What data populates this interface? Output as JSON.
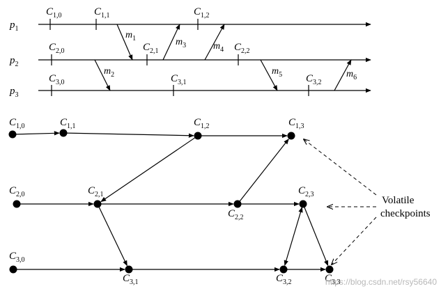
{
  "timeline": {
    "processes": [
      {
        "id": "p1",
        "base": "p",
        "sub": "1"
      },
      {
        "id": "p2",
        "base": "p",
        "sub": "2"
      },
      {
        "id": "p3",
        "base": "p",
        "sub": "3"
      }
    ],
    "checkpoints": [
      {
        "id": "t-c10",
        "base": "C",
        "sub": "1,0"
      },
      {
        "id": "t-c11",
        "base": "C",
        "sub": "1,1"
      },
      {
        "id": "t-c12",
        "base": "C",
        "sub": "1,2"
      },
      {
        "id": "t-c20",
        "base": "C",
        "sub": "2,0"
      },
      {
        "id": "t-c21",
        "base": "C",
        "sub": "2,1"
      },
      {
        "id": "t-c22",
        "base": "C",
        "sub": "2,2"
      },
      {
        "id": "t-c30",
        "base": "C",
        "sub": "3,0"
      },
      {
        "id": "t-c31",
        "base": "C",
        "sub": "3,1"
      },
      {
        "id": "t-c32",
        "base": "C",
        "sub": "3,2"
      }
    ],
    "messages": [
      {
        "id": "m1",
        "base": "m",
        "sub": "1"
      },
      {
        "id": "m2",
        "base": "m",
        "sub": "2"
      },
      {
        "id": "m3",
        "base": "m",
        "sub": "3"
      },
      {
        "id": "m4",
        "base": "m",
        "sub": "4"
      },
      {
        "id": "m5",
        "base": "m",
        "sub": "5"
      },
      {
        "id": "m6",
        "base": "m",
        "sub": "6"
      }
    ]
  },
  "graph": {
    "nodes": [
      {
        "id": "g-c10",
        "base": "C",
        "sub": "1,0"
      },
      {
        "id": "g-c11",
        "base": "C",
        "sub": "1,1"
      },
      {
        "id": "g-c12",
        "base": "C",
        "sub": "1,2"
      },
      {
        "id": "g-c13",
        "base": "C",
        "sub": "1,3"
      },
      {
        "id": "g-c20",
        "base": "C",
        "sub": "2,0"
      },
      {
        "id": "g-c21",
        "base": "C",
        "sub": "2,1"
      },
      {
        "id": "g-c22",
        "base": "C",
        "sub": "2,2"
      },
      {
        "id": "g-c23",
        "base": "C",
        "sub": "2,3"
      },
      {
        "id": "g-c30",
        "base": "C",
        "sub": "3,0"
      },
      {
        "id": "g-c31",
        "base": "C",
        "sub": "3,1"
      },
      {
        "id": "g-c32",
        "base": "C",
        "sub": "3,2"
      },
      {
        "id": "g-c33",
        "base": "C",
        "sub": "3,3"
      }
    ]
  },
  "annotation": {
    "line1": "Volatile",
    "line2": "checkpoints"
  },
  "watermark": "https://blog.csdn.net/rsy56640"
}
